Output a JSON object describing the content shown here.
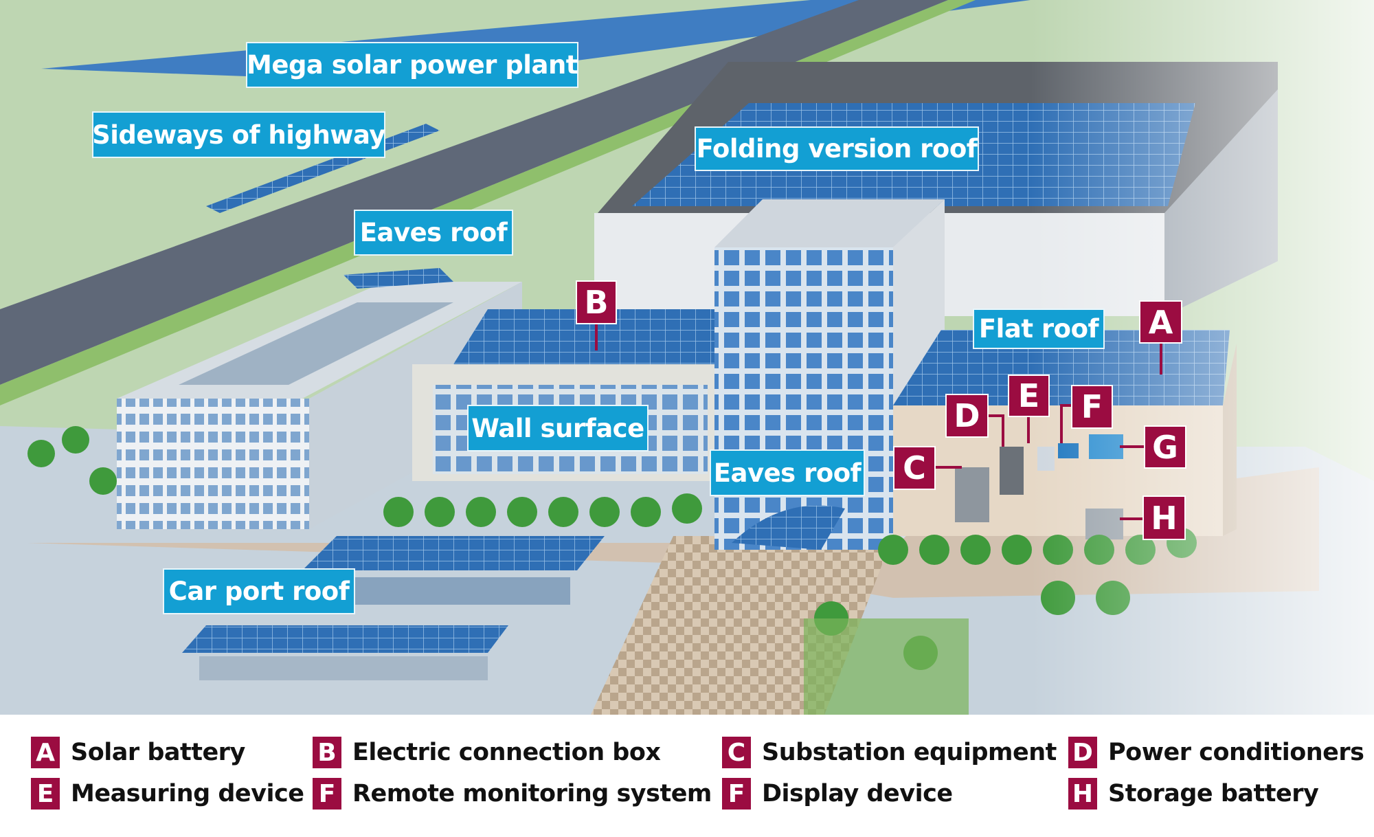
{
  "labels": {
    "mega_solar": "Mega solar power plant",
    "highway": "Sideways of highway",
    "folding_roof": "Folding version roof",
    "eaves_roof_top": "Eaves roof",
    "flat_roof": "Flat roof",
    "wall_surface": "Wall surface",
    "eaves_roof_entrance": "Eaves roof",
    "car_port": "Car port roof"
  },
  "markers": {
    "A": "A",
    "B": "B",
    "C": "C",
    "D": "D",
    "E": "E",
    "F": "F",
    "G": "G",
    "H": "H"
  },
  "legend": [
    {
      "key": "A",
      "text": "Solar battery"
    },
    {
      "key": "B",
      "text": "Electric connection box"
    },
    {
      "key": "C",
      "text": "Substation equipment"
    },
    {
      "key": "D",
      "text": "Power conditioners"
    },
    {
      "key": "E",
      "text": "Measuring device"
    },
    {
      "key": "F",
      "text": "Remote monitoring system"
    },
    {
      "key": "F",
      "text": "Display device"
    },
    {
      "key": "H",
      "text": "Storage battery"
    }
  ],
  "colors": {
    "label_bg": "#139fd3",
    "marker_bg": "#9b0c41",
    "panel": "#2f6fb5"
  }
}
